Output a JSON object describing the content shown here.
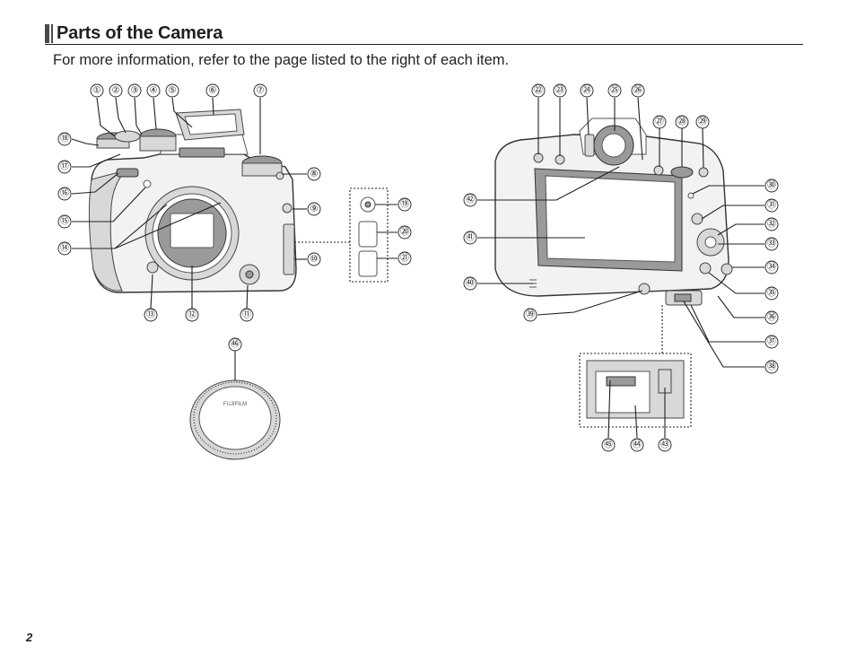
{
  "header": {
    "title": "Parts of the Camera",
    "intro": "For more information, refer to the page listed to the right of each item."
  },
  "footer": {
    "page_number": "2"
  },
  "front_callouts": [
    "①",
    "②",
    "③",
    "④",
    "⑤",
    "⑥",
    "⑦",
    "⑧",
    "⑨",
    "⑩",
    "⑪",
    "⑫",
    "⑬",
    "⑭",
    "⑮",
    "⑯",
    "⑰",
    "⑱",
    "⑲",
    "⑳",
    "㉑"
  ],
  "back_callouts": [
    "㉒",
    "㉓",
    "㉔",
    "㉕",
    "㉖",
    "㉗",
    "㉘",
    "㉙",
    "㉚",
    "㉛",
    "㉜",
    "㉝",
    "㉞",
    "㉟",
    "㊱",
    "㊲",
    "㊳",
    "㊴",
    "㊵",
    "㊶",
    "㊷",
    "㊸",
    "㊹",
    "㊺"
  ],
  "cap_callout": "㊻",
  "body_cap_text": "FUJIFILM"
}
